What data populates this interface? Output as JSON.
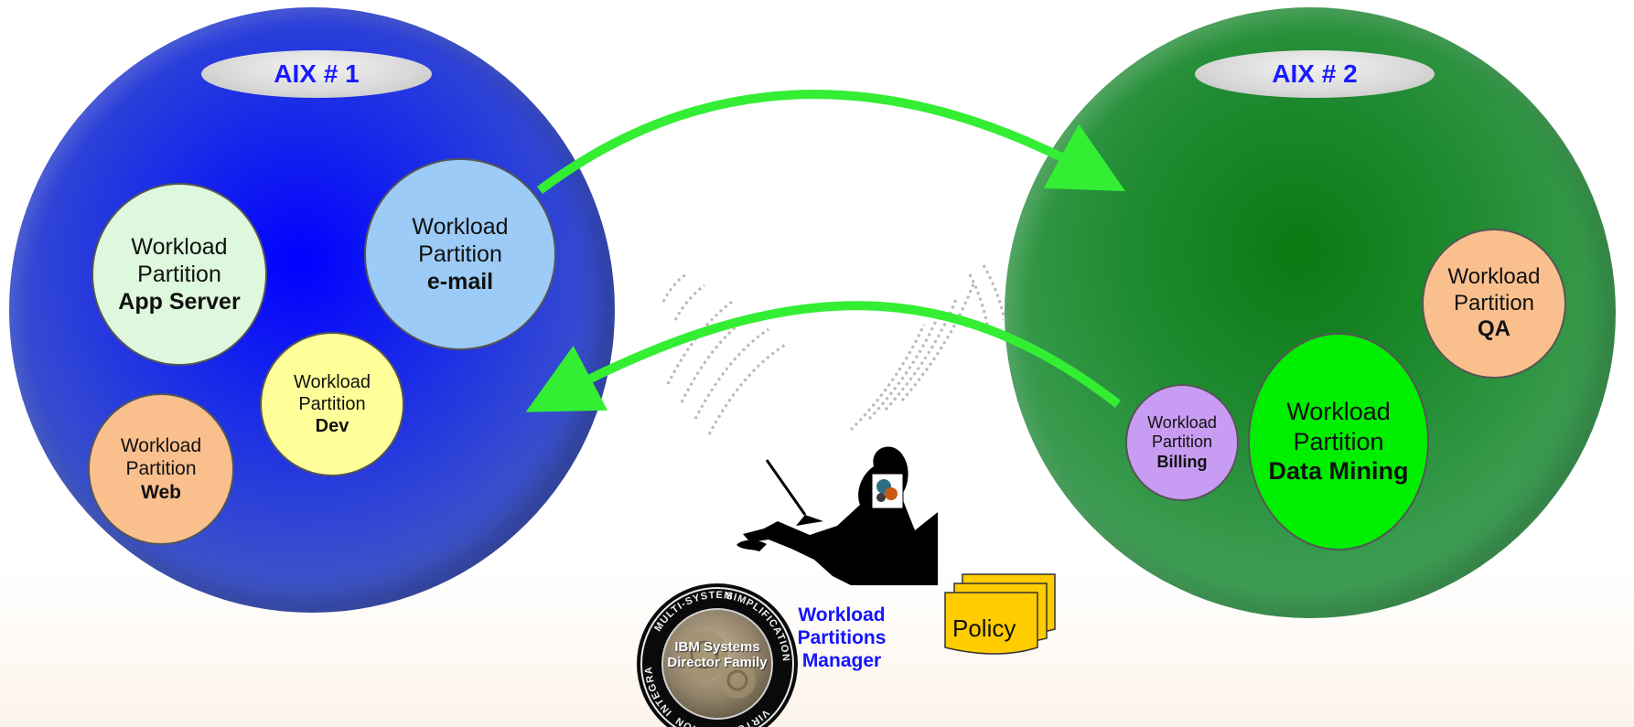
{
  "systems": [
    {
      "label": "AIX # 1"
    },
    {
      "label": "AIX # 2"
    }
  ],
  "partitions": {
    "app_server": {
      "line1": "Workload",
      "line2": "Partition",
      "name": "App Server"
    },
    "email": {
      "line1": "Workload",
      "line2": "Partition",
      "name": "e-mail"
    },
    "dev": {
      "line1": "Workload",
      "line2": "Partition",
      "name": "Dev"
    },
    "web": {
      "line1": "Workload",
      "line2": "Partition",
      "name": "Web"
    },
    "qa": {
      "line1": "Workload",
      "line2": "Partition",
      "name": "QA"
    },
    "data_mining": {
      "line1": "Workload",
      "line2": "Partition",
      "name": "Data Mining"
    },
    "billing": {
      "line1": "Workload",
      "line2": "Partition",
      "name": "Billing"
    }
  },
  "manager": {
    "line1": "Workload",
    "line2": "Partitions",
    "line3": "Manager"
  },
  "policy": {
    "label": "Policy"
  },
  "badge": {
    "line1": "IBM Systems",
    "line2": "Director Family",
    "ring_top": "VIRTUALIZATION",
    "ring_left": "SIMPLIFICATION",
    "ring_right": "INTEGRATION",
    "ring_bottom": "MULTI-SYSTEM"
  },
  "colors": {
    "arrow": "#33ee33",
    "aix1": "#1c2ee6",
    "aix2": "#1f8a30",
    "label_blue": "#1414ff"
  }
}
